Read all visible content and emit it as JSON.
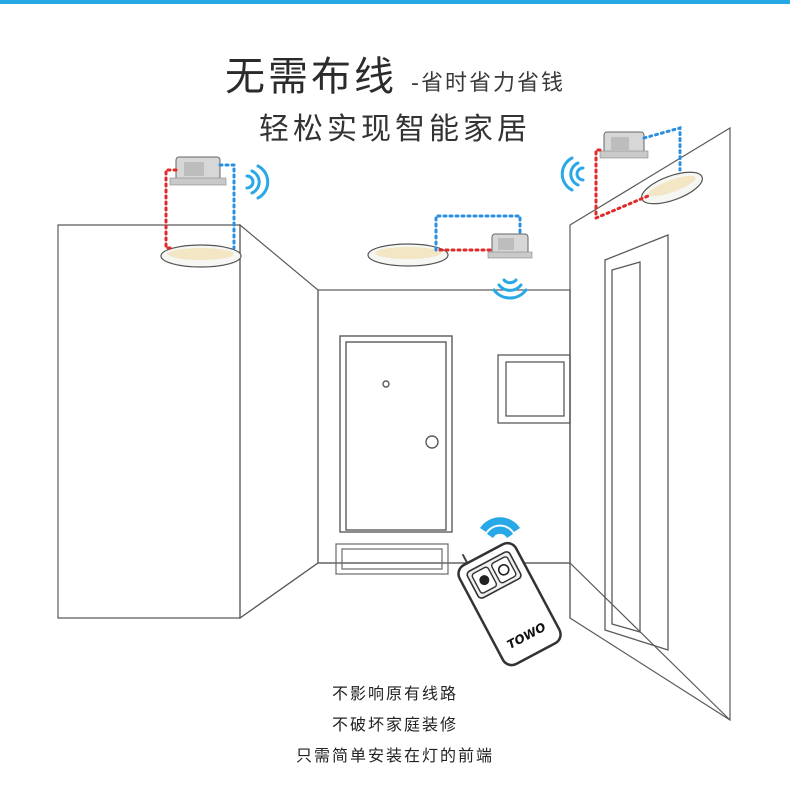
{
  "headline": {
    "main": "无需布线",
    "sub": "-省时省力省钱"
  },
  "subheadline": "轻松实现智能家居",
  "remote": {
    "brand": "TOWO"
  },
  "captions": [
    "不影响原有线路",
    "不破坏家庭装修",
    "只需简单安装在灯的前端"
  ],
  "colors": {
    "accent": "#29a8e8",
    "wire_red": "#e02a2a",
    "wire_blue": "#2a8fe0",
    "lamp_glow": "#f3e6c4"
  }
}
